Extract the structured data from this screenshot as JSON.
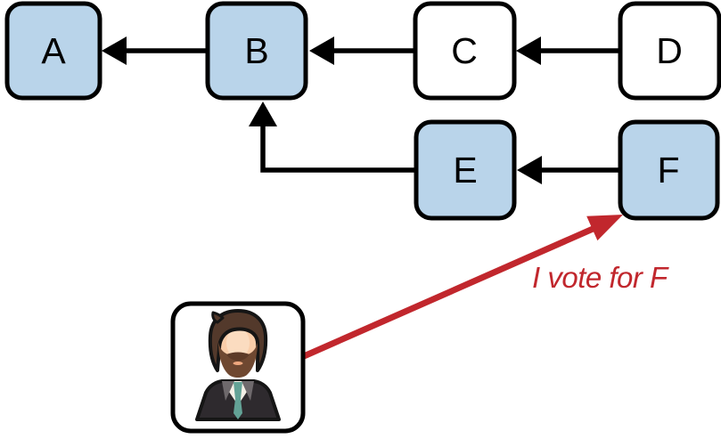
{
  "figure": {
    "background": "#ffffff",
    "nodes": [
      {
        "id": "A",
        "label": "A",
        "fill": "highlighted"
      },
      {
        "id": "B",
        "label": "B",
        "fill": "highlighted"
      },
      {
        "id": "C",
        "label": "C",
        "fill": "default"
      },
      {
        "id": "D",
        "label": "D",
        "fill": "default"
      },
      {
        "id": "E",
        "label": "E",
        "fill": "highlighted"
      },
      {
        "id": "F",
        "label": "F",
        "fill": "highlighted"
      }
    ],
    "edges": [
      {
        "from": "B",
        "to": "A"
      },
      {
        "from": "C",
        "to": "B"
      },
      {
        "from": "D",
        "to": "C"
      },
      {
        "from": "E",
        "to": "B"
      },
      {
        "from": "F",
        "to": "E"
      }
    ],
    "vote": {
      "from": "voter-avatar",
      "to": "F",
      "label": "I vote for F"
    },
    "colors": {
      "node_fill_highlighted": "#b9d4ea",
      "node_fill_default": "#ffffff",
      "node_border": "#000000",
      "edge": "#000000",
      "vote": "#c1272d"
    }
  }
}
